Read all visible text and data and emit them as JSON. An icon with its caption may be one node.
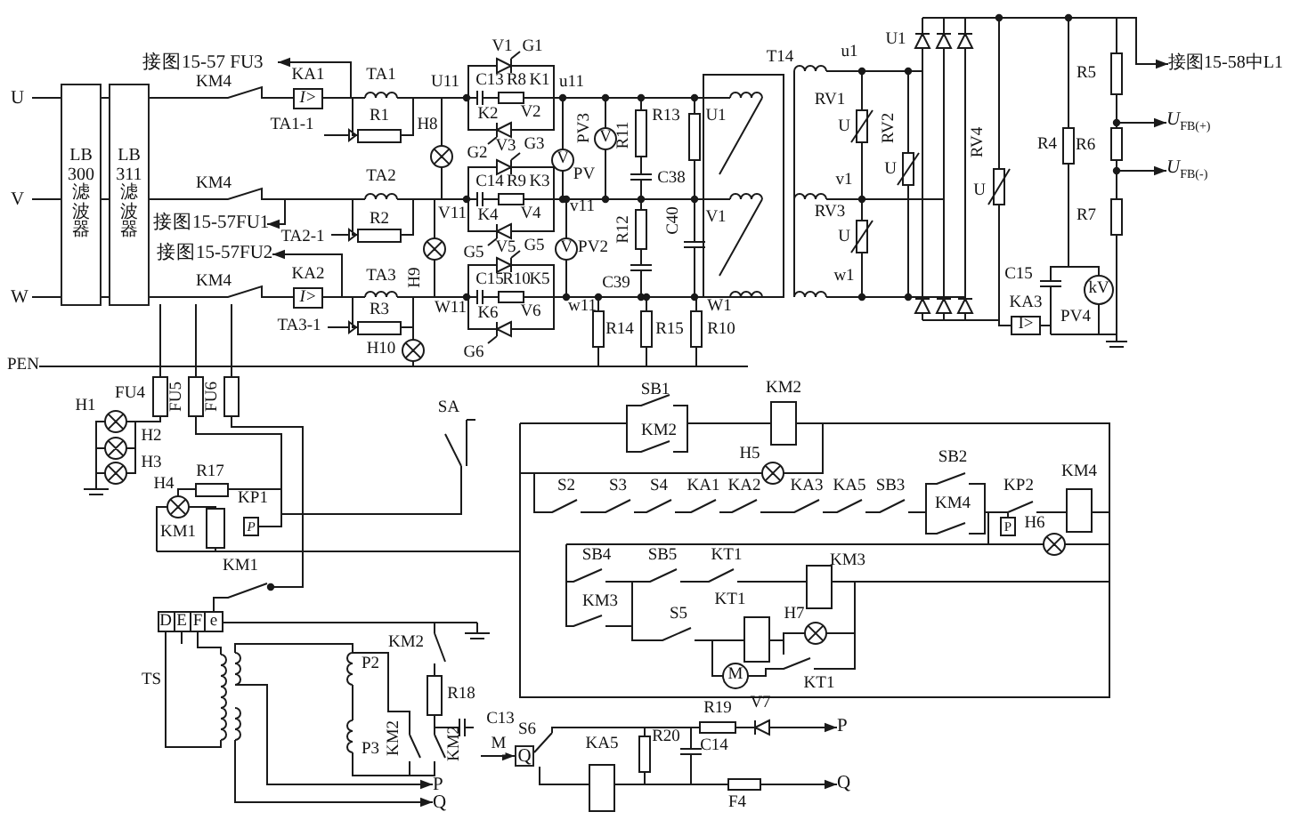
{
  "diagram": {
    "nodes": [
      {
        "text": [
          "U"
        ]
      },
      {
        "text": [
          "V"
        ]
      },
      {
        "text": [
          "W"
        ]
      },
      {
        "text": [
          "LB 300 滤波器"
        ]
      },
      {
        "text": [
          "LB 311 滤波器"
        ]
      },
      {
        "text": [
          "接图15-57 FU3"
        ]
      },
      {
        "text": [
          "接图15-57FU1"
        ]
      },
      {
        "text": [
          "接图15-57FU2"
        ]
      },
      {
        "text": [
          "接图15-58中L1"
        ]
      },
      {
        "text": [
          "*U*$_{FB(+)}$"
        ]
      },
      {
        "text": [
          "*U*$_{FB(-)}$"
        ]
      },
      {
        "text": [
          "P"
        ]
      },
      {
        "text": [
          "Q"
        ]
      },
      {
        "text": [
          "Q"
        ],
        "beside": [
          "S6"
        ]
      },
      {
        "text": [
          "P"
        ]
      },
      {
        "text": [
          "Q"
        ]
      },
      {
        "text": [
          "R6"
        ]
      }
    ],
    "edges": [
      {
        "from": 0,
        "to": 3,
        "arrow": "none"
      },
      {
        "from": 1,
        "to": 3,
        "arrow": "none"
      },
      {
        "from": 2,
        "to": 3,
        "arrow": "none"
      },
      {
        "from": 3,
        "to": 4,
        "arrow": "none"
      },
      {
        "from": 3,
        "to": 4,
        "arrow": "none"
      },
      {
        "from": 3,
        "to": 4,
        "arrow": "none"
      },
      {
        "from": 4,
        "to": 5,
        "arrow": "to"
      },
      {
        "from": 4,
        "to": 6,
        "arrow": "to"
      },
      {
        "from": 4,
        "to": 7,
        "arrow": "to"
      },
      {
        "from": null,
        "to": 8,
        "arrow": "to"
      },
      {
        "from": 16,
        "to": 9,
        "arrow": "to"
      },
      {
        "from": 16,
        "to": 10,
        "arrow": "to"
      },
      {
        "from": null,
        "to": 11,
        "arrow": "to"
      },
      {
        "from": null,
        "to": 12,
        "arrow": "to"
      },
      {
        "from": null,
        "to": 13,
        "arrow": "to",
        "label": "M"
      },
      {
        "from": null,
        "to": 14,
        "arrow": "to"
      },
      {
        "from": null,
        "to": 15,
        "arrow": "to"
      }
    ],
    "labels": [
      "PEN",
      "KM4",
      "KA1",
      "I>",
      "TA1",
      "TA1-1",
      "R1",
      "U11",
      "H8",
      "V1",
      "G1",
      "C13",
      "R8",
      "K1",
      "u11",
      "K2",
      "V2",
      "G2",
      "V3",
      "G3",
      "PV3",
      "V",
      "V",
      "PV",
      "R11",
      "R13",
      "C38",
      "U1",
      "T14",
      "u1",
      "RV1",
      "U",
      "U1",
      "RV2",
      "U",
      "v1",
      "RV4",
      "U",
      "R5",
      "R4",
      "R7",
      "KM4",
      "TA2",
      "TA2-1",
      "R2",
      "V11",
      "H9",
      "C14",
      "R9",
      "K3",
      "v11",
      "K4",
      "V4",
      "R12",
      "C40",
      "V1",
      "RV3",
      "U",
      "G5",
      "V5",
      "G5",
      "V",
      "PV2",
      "KM4",
      "KA2",
      "I>",
      "TA3",
      "W11",
      "C15",
      "R10",
      "K5",
      "C39",
      "w11",
      "w1",
      "C15",
      "kV",
      "R3",
      "TA3-1",
      "K6",
      "V6",
      "W1",
      "KA3",
      "I>",
      "PV4",
      "R14",
      "R15",
      "R10",
      "H10",
      "G6",
      "FU4",
      "FU5",
      "FU6",
      "H1",
      "SA",
      "SB1",
      "KM2",
      "H2",
      "KM2",
      "H5",
      "H3",
      "H4",
      "R17",
      "S2",
      "S3",
      "S4",
      "KA1",
      "KA2",
      "KA3",
      "KA5",
      "SB3",
      "SB2",
      "KP2",
      "KM4",
      "KP1",
      "KM4",
      "KM1",
      "P",
      "P",
      "H6",
      "KM1",
      "SB4",
      "SB5",
      "KT1",
      "KM3",
      "KM3",
      "S5",
      "KT1",
      "H7",
      "D",
      "E",
      "F",
      "e",
      "KM2",
      "P2",
      "M",
      "TS",
      "KT1",
      "R18",
      "R19",
      "V7",
      "C13",
      "KM2",
      "KM2",
      "R20",
      "KA5",
      "P3",
      "C14",
      "F4"
    ]
  }
}
